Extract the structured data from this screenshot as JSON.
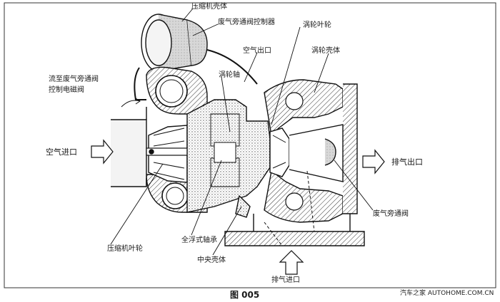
{
  "labels": {
    "compressor_housing": "压缩机壳体",
    "wastegate_controller": "废气旁通阀控制器",
    "turbine_wheel": "涡轮叶轮",
    "air_outlet": "空气出口",
    "turbine_housing": "涡轮壳体",
    "to_wastegate_line1": "流至废气旁通阀",
    "to_wastegate_line2": "控制电磁阀",
    "turbine_shaft": "涡轮轴",
    "air_inlet": "空气进口",
    "exhaust_outlet": "排气出口",
    "wastegate_valve": "废气旁通阀",
    "compressor_wheel": "压缩机叶轮",
    "floating_bearing": "全浮式轴承",
    "center_housing": "中央壳体",
    "exhaust_inlet": "排气进口"
  },
  "caption": "图 005",
  "watermark": "汽车之家 AUTOHOME.COM.CN"
}
